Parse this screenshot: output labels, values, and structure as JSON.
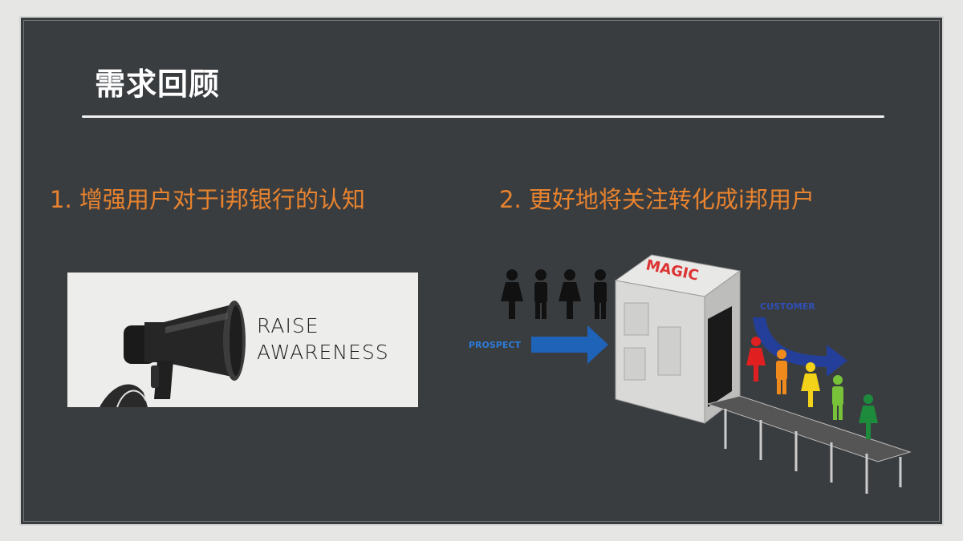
{
  "slide": {
    "title": "需求回顾",
    "points": [
      {
        "label": "1. 增强用户对于i邦银行的认知"
      },
      {
        "label": "2. 更好地将关注转化成i邦用户"
      }
    ]
  },
  "image1": {
    "lines": [
      "RAISE",
      "AWARENESS"
    ]
  },
  "image2": {
    "machine_label": "MAGIC",
    "in_label": "PROSPECT",
    "out_label": "CUSTOMER"
  },
  "colors": {
    "background": "#3a3d40",
    "accent": "#e8832e",
    "title": "#ffffff",
    "arrow": "#1f63b8"
  }
}
